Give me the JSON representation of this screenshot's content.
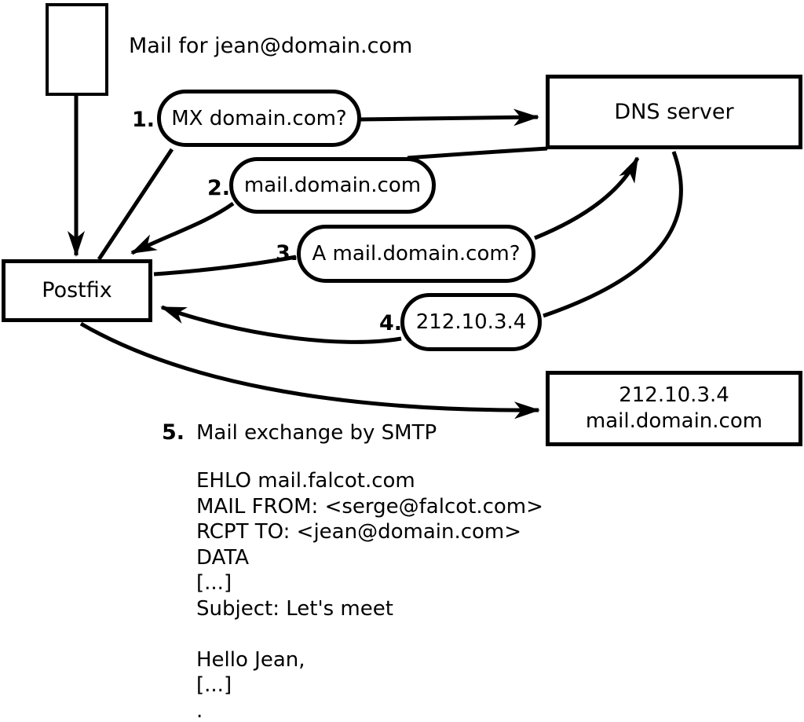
{
  "title": "Mail for jean@domain.com",
  "nodes": {
    "postfix": "Postfix",
    "dns": "DNS server",
    "mail_server": {
      "ip": "212.10.3.4",
      "hostname": "mail.domain.com"
    }
  },
  "steps": [
    {
      "num": "1.",
      "label": "MX domain.com?"
    },
    {
      "num": "2.",
      "label": "mail.domain.com"
    },
    {
      "num": "3.",
      "label": "A mail.domain.com?"
    },
    {
      "num": "4.",
      "label": "212.10.3.4"
    },
    {
      "num": "5.",
      "label": "Mail exchange by SMTP"
    }
  ],
  "smtp": {
    "lines": [
      "EHLO mail.falcot.com",
      "MAIL FROM: <serge@falcot.com>",
      "RCPT TO: <jean@domain.com>",
      "DATA",
      "[...]",
      "Subject: Let's meet",
      "",
      "Hello Jean,",
      "[...]",
      "."
    ]
  },
  "colors": {
    "ink": "#000000",
    "paper": "#ffffff"
  }
}
